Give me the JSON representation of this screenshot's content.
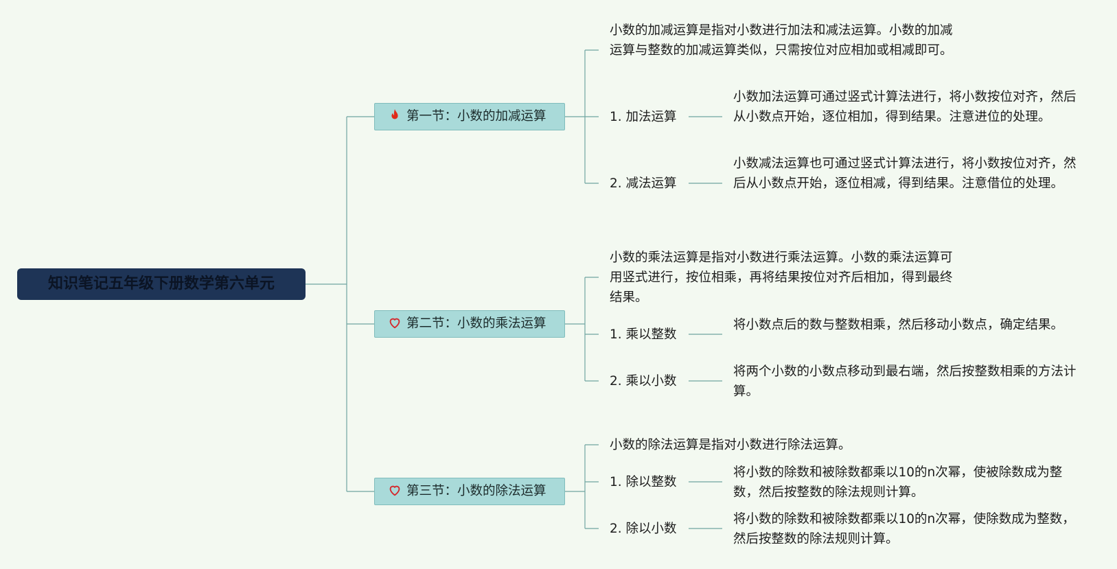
{
  "root": {
    "title": "知识笔记五年级下册数学第六单元"
  },
  "sections": [
    {
      "title": "第一节：小数的加减运算",
      "icon": "fire-icon",
      "icon_color": "#e02a1a",
      "description": "小数的加减运算是指对小数进行加法和减法运算。小数的加减运算与整数的加减运算类似，只需按位对应相加或相减即可。",
      "items": [
        {
          "label": "1. 加法运算",
          "detail": "小数加法运算可通过竖式计算法进行，将小数按位对齐，然后从小数点开始，逐位相加，得到结果。注意进位的处理。"
        },
        {
          "label": "2. 减法运算",
          "detail": "小数减法运算也可通过竖式计算法进行，将小数按位对齐，然后从小数点开始，逐位相减，得到结果。注意借位的处理。"
        }
      ]
    },
    {
      "title": "第二节：小数的乘法运算",
      "icon": "heart-outline-icon",
      "icon_color": "#d6262a",
      "description": "小数的乘法运算是指对小数进行乘法运算。小数的乘法运算可用竖式进行，按位相乘，再将结果按位对齐后相加，得到最终结果。",
      "items": [
        {
          "label": "1. 乘以整数",
          "detail": "将小数点后的数与整数相乘，然后移动小数点，确定结果。"
        },
        {
          "label": "2. 乘以小数",
          "detail": "将两个小数的小数点移动到最右端，然后按整数相乘的方法计算。"
        }
      ]
    },
    {
      "title": "第三节：小数的除法运算",
      "icon": "heart-outline-icon",
      "icon_color": "#d6262a",
      "description": "小数的除法运算是指对小数进行除法运算。",
      "items": [
        {
          "label": "1. 除以整数",
          "detail": "将小数的除数和被除数都乘以10的n次幂，使被除数成为整数，然后按整数的除法规则计算。"
        },
        {
          "label": "2. 除以小数",
          "detail": "将小数的除数和被除数都乘以10的n次幂，使除数成为整数，然后按整数的除法规则计算。"
        }
      ]
    }
  ],
  "colors": {
    "background": "#f3f9f1",
    "root_fill": "#1e3456",
    "section_fill": "#a9dad9",
    "connector": "#6fa5a1"
  }
}
